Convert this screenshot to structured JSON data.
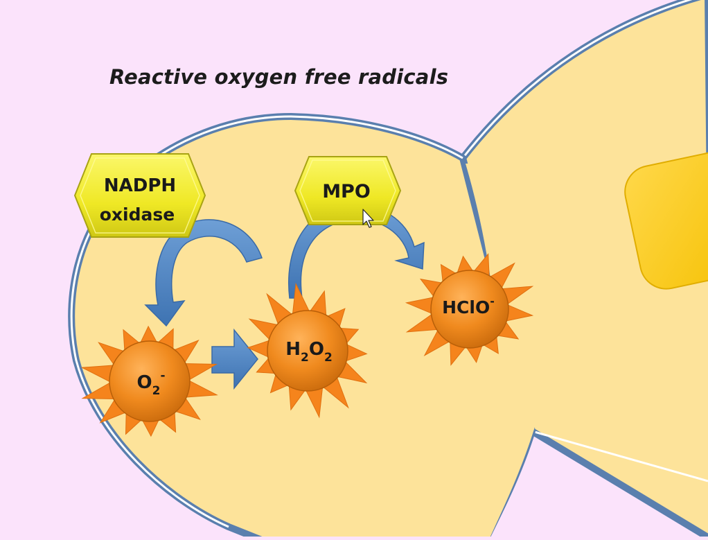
{
  "title": "Reactive oxygen free radicals",
  "enzymes": {
    "nadph_line1": "NADPH",
    "nadph_line2": "oxidase",
    "mpo": "MPO"
  },
  "molecules": {
    "superoxide": {
      "base": "O",
      "sub": "2",
      "sup": "-"
    },
    "peroxide": {
      "base1": "H",
      "sub1": "2",
      "base2": "O",
      "sub2": "2"
    },
    "hypochlorite": {
      "base": "HClO",
      "sup": "-"
    }
  },
  "colors": {
    "background": "#fbe3fb",
    "cell": "#fde39a",
    "membrane": "#5a7fae",
    "enzyme": "#f3ee2a",
    "molecule": "#f08a1e",
    "arrow": "#4f86c6",
    "granule": "#ffcc1a"
  }
}
